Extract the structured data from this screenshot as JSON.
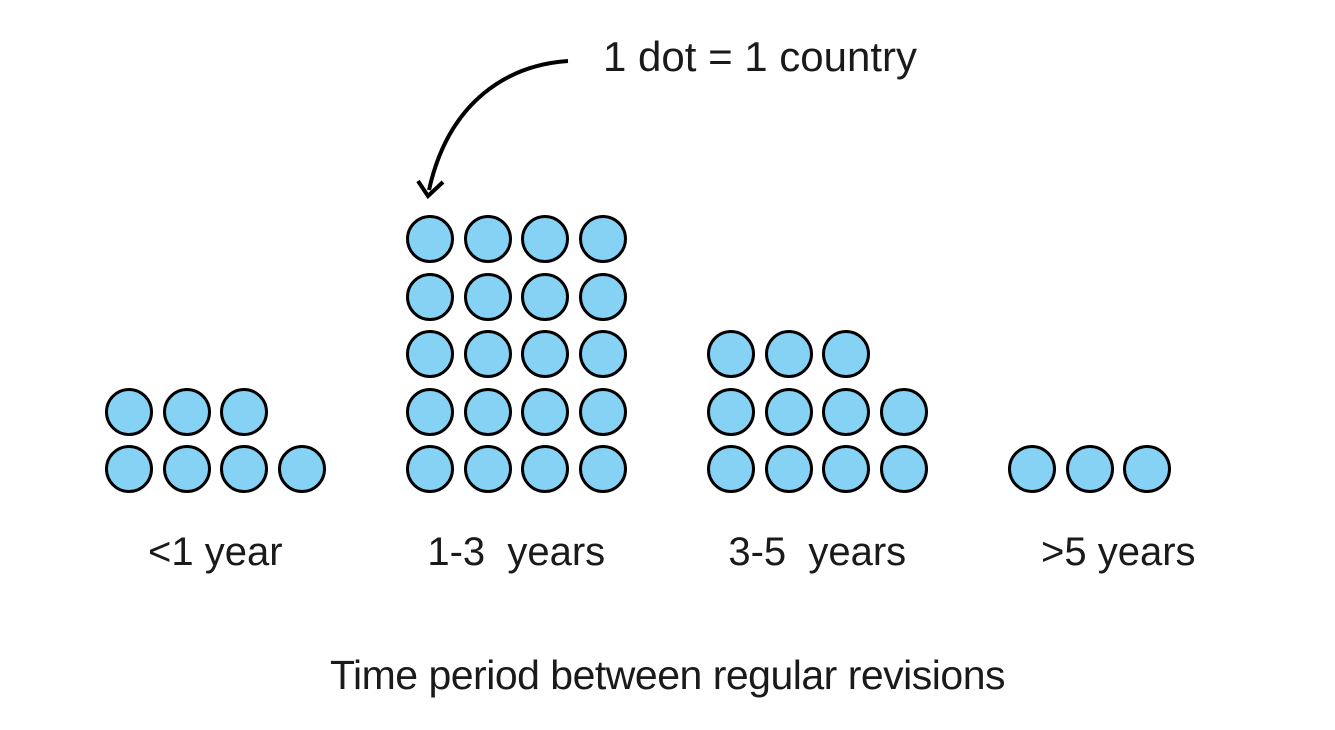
{
  "chart_data": {
    "type": "bar",
    "variant": "pictograph-dot-plot",
    "title": "Time period between regular revisions",
    "legend_annotation": "1 dot = 1 country",
    "categories": [
      "<1 year",
      "1-3  years",
      "3-5  years",
      ">5 years"
    ],
    "values": [
      7,
      20,
      11,
      3
    ],
    "dots_per_row": 4,
    "fill_direction": "bottom-up, remainder row on top, left-aligned",
    "dot_color": "#85D2F5",
    "dot_border_color": "#000000",
    "arrow_color": "#000000",
    "text_color": "#1a1a1a",
    "background_color": "#ffffff",
    "xlabel": "",
    "ylabel": "",
    "grid": false,
    "axes": "none",
    "legend_position": "top-center-annotation"
  }
}
